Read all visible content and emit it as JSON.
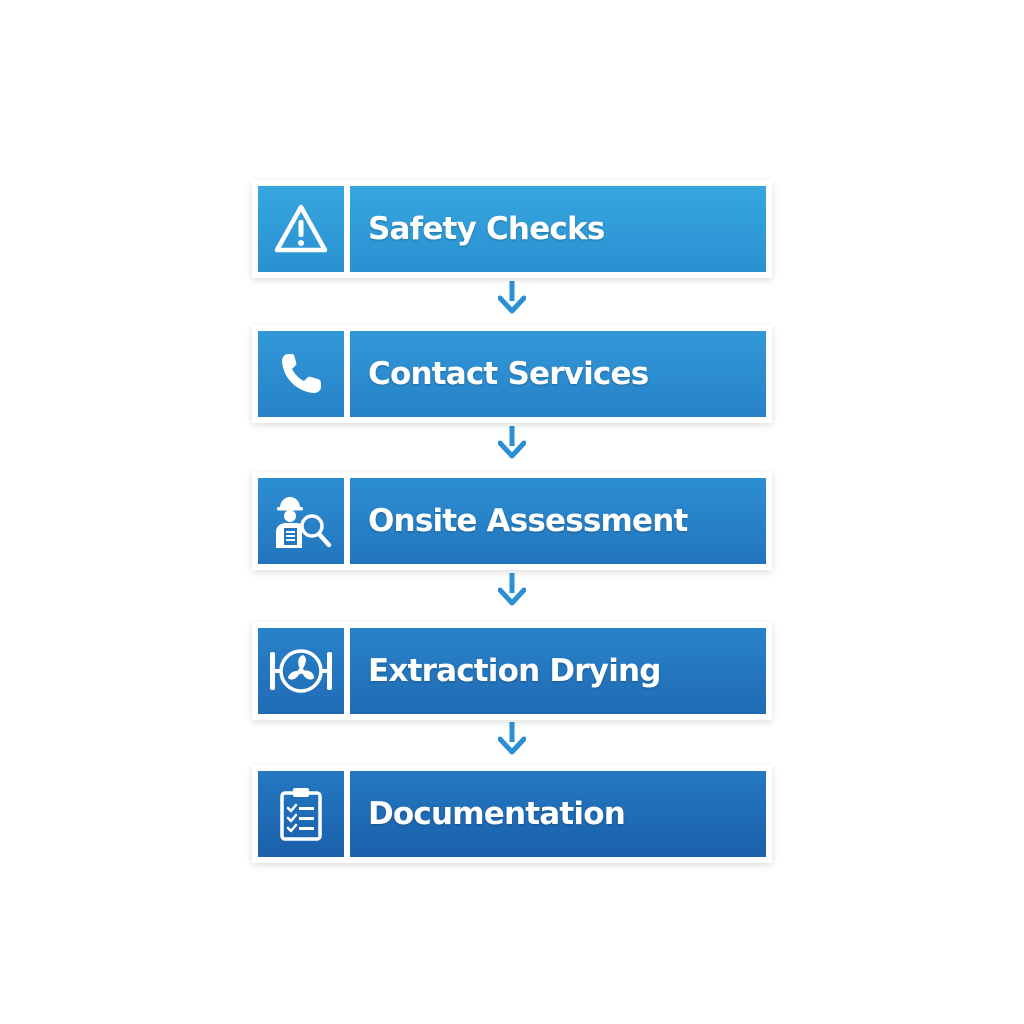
{
  "steps": [
    {
      "label": "Safety Checks",
      "icon": "warning-triangle-icon"
    },
    {
      "label": "Contact Services",
      "icon": "phone-icon"
    },
    {
      "label": "Onsite Assessment",
      "icon": "inspector-magnifier-icon"
    },
    {
      "label": "Extraction Drying",
      "icon": "fan-icon"
    },
    {
      "label": "Documentation",
      "icon": "clipboard-checklist-icon"
    }
  ],
  "colors": {
    "step_top": "#36a6df",
    "step_bottom": "#1b60ac",
    "arrow": "#2b8fd3",
    "text": "#ffffff"
  }
}
